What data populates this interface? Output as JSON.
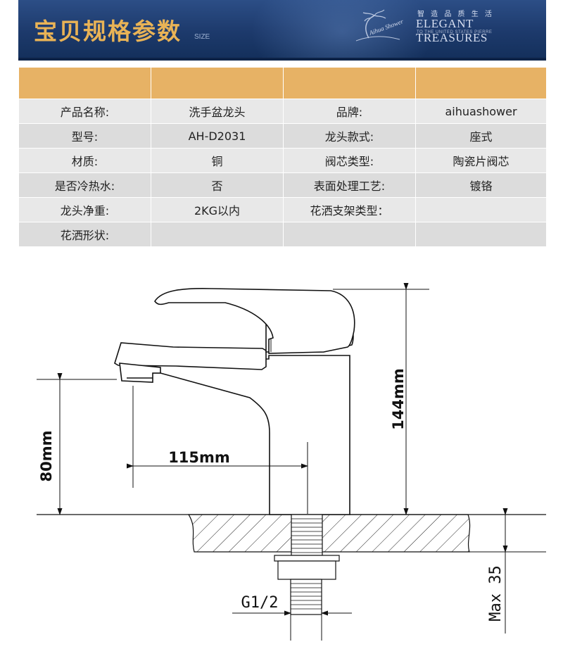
{
  "banner": {
    "title": "宝贝规格参数",
    "subtitle": "SIZE",
    "brand_slogan_cn": "智 造 品 质 生 活",
    "brand_title_en": "ELEGANT TREASURES",
    "brand_sub_en": "TO THE UNITED STATES PIERRE",
    "logo_text": "Aihua Shower"
  },
  "specs": {
    "header": [
      "",
      "",
      "",
      ""
    ],
    "rows": [
      [
        "产品名称:",
        "洗手盆龙头",
        "品牌:",
        "aihuashower"
      ],
      [
        "型号:",
        "AH-D2031",
        "龙头款式:",
        "座式"
      ],
      [
        "材质:",
        "铜",
        "阀芯类型:",
        "陶瓷片阀芯"
      ],
      [
        "是否冷热水:",
        "否",
        "表面处理工艺:",
        "镀铬"
      ],
      [
        "龙头净重:",
        "2KG以内",
        "花洒支架类型：",
        ""
      ],
      [
        "花洒形状:",
        "",
        "",
        ""
      ]
    ]
  },
  "diagram": {
    "height_label": "144mm",
    "spout_height_label": "80mm",
    "reach_label": "115mm",
    "thread_label": "G1/2",
    "max_label": "Max 35"
  },
  "colors": {
    "banner_bg": "#1d3a6c",
    "banner_title": "#e9b356",
    "table_header": "#e7b265",
    "row_light": "#e8e8e8",
    "row_dark": "#dcdcdc"
  }
}
